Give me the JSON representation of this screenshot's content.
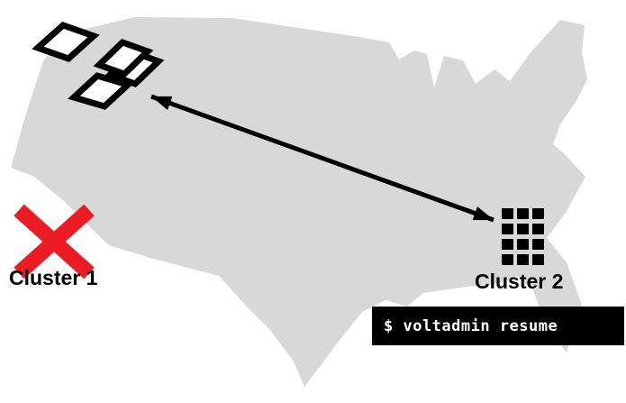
{
  "diagram": {
    "map_region": "united-states-silhouette",
    "cluster1": {
      "label": "Cluster 1"
    },
    "cluster2": {
      "label": "Cluster 2"
    },
    "terminal": {
      "command": "$ voltadmin resume"
    },
    "colors": {
      "map_fill": "#d8d8d8",
      "failure_x": "#ec1c24",
      "ink": "#000000",
      "node_fill": "#ffffff",
      "terminal_bg": "#000000",
      "terminal_text": "#ffffff"
    }
  }
}
